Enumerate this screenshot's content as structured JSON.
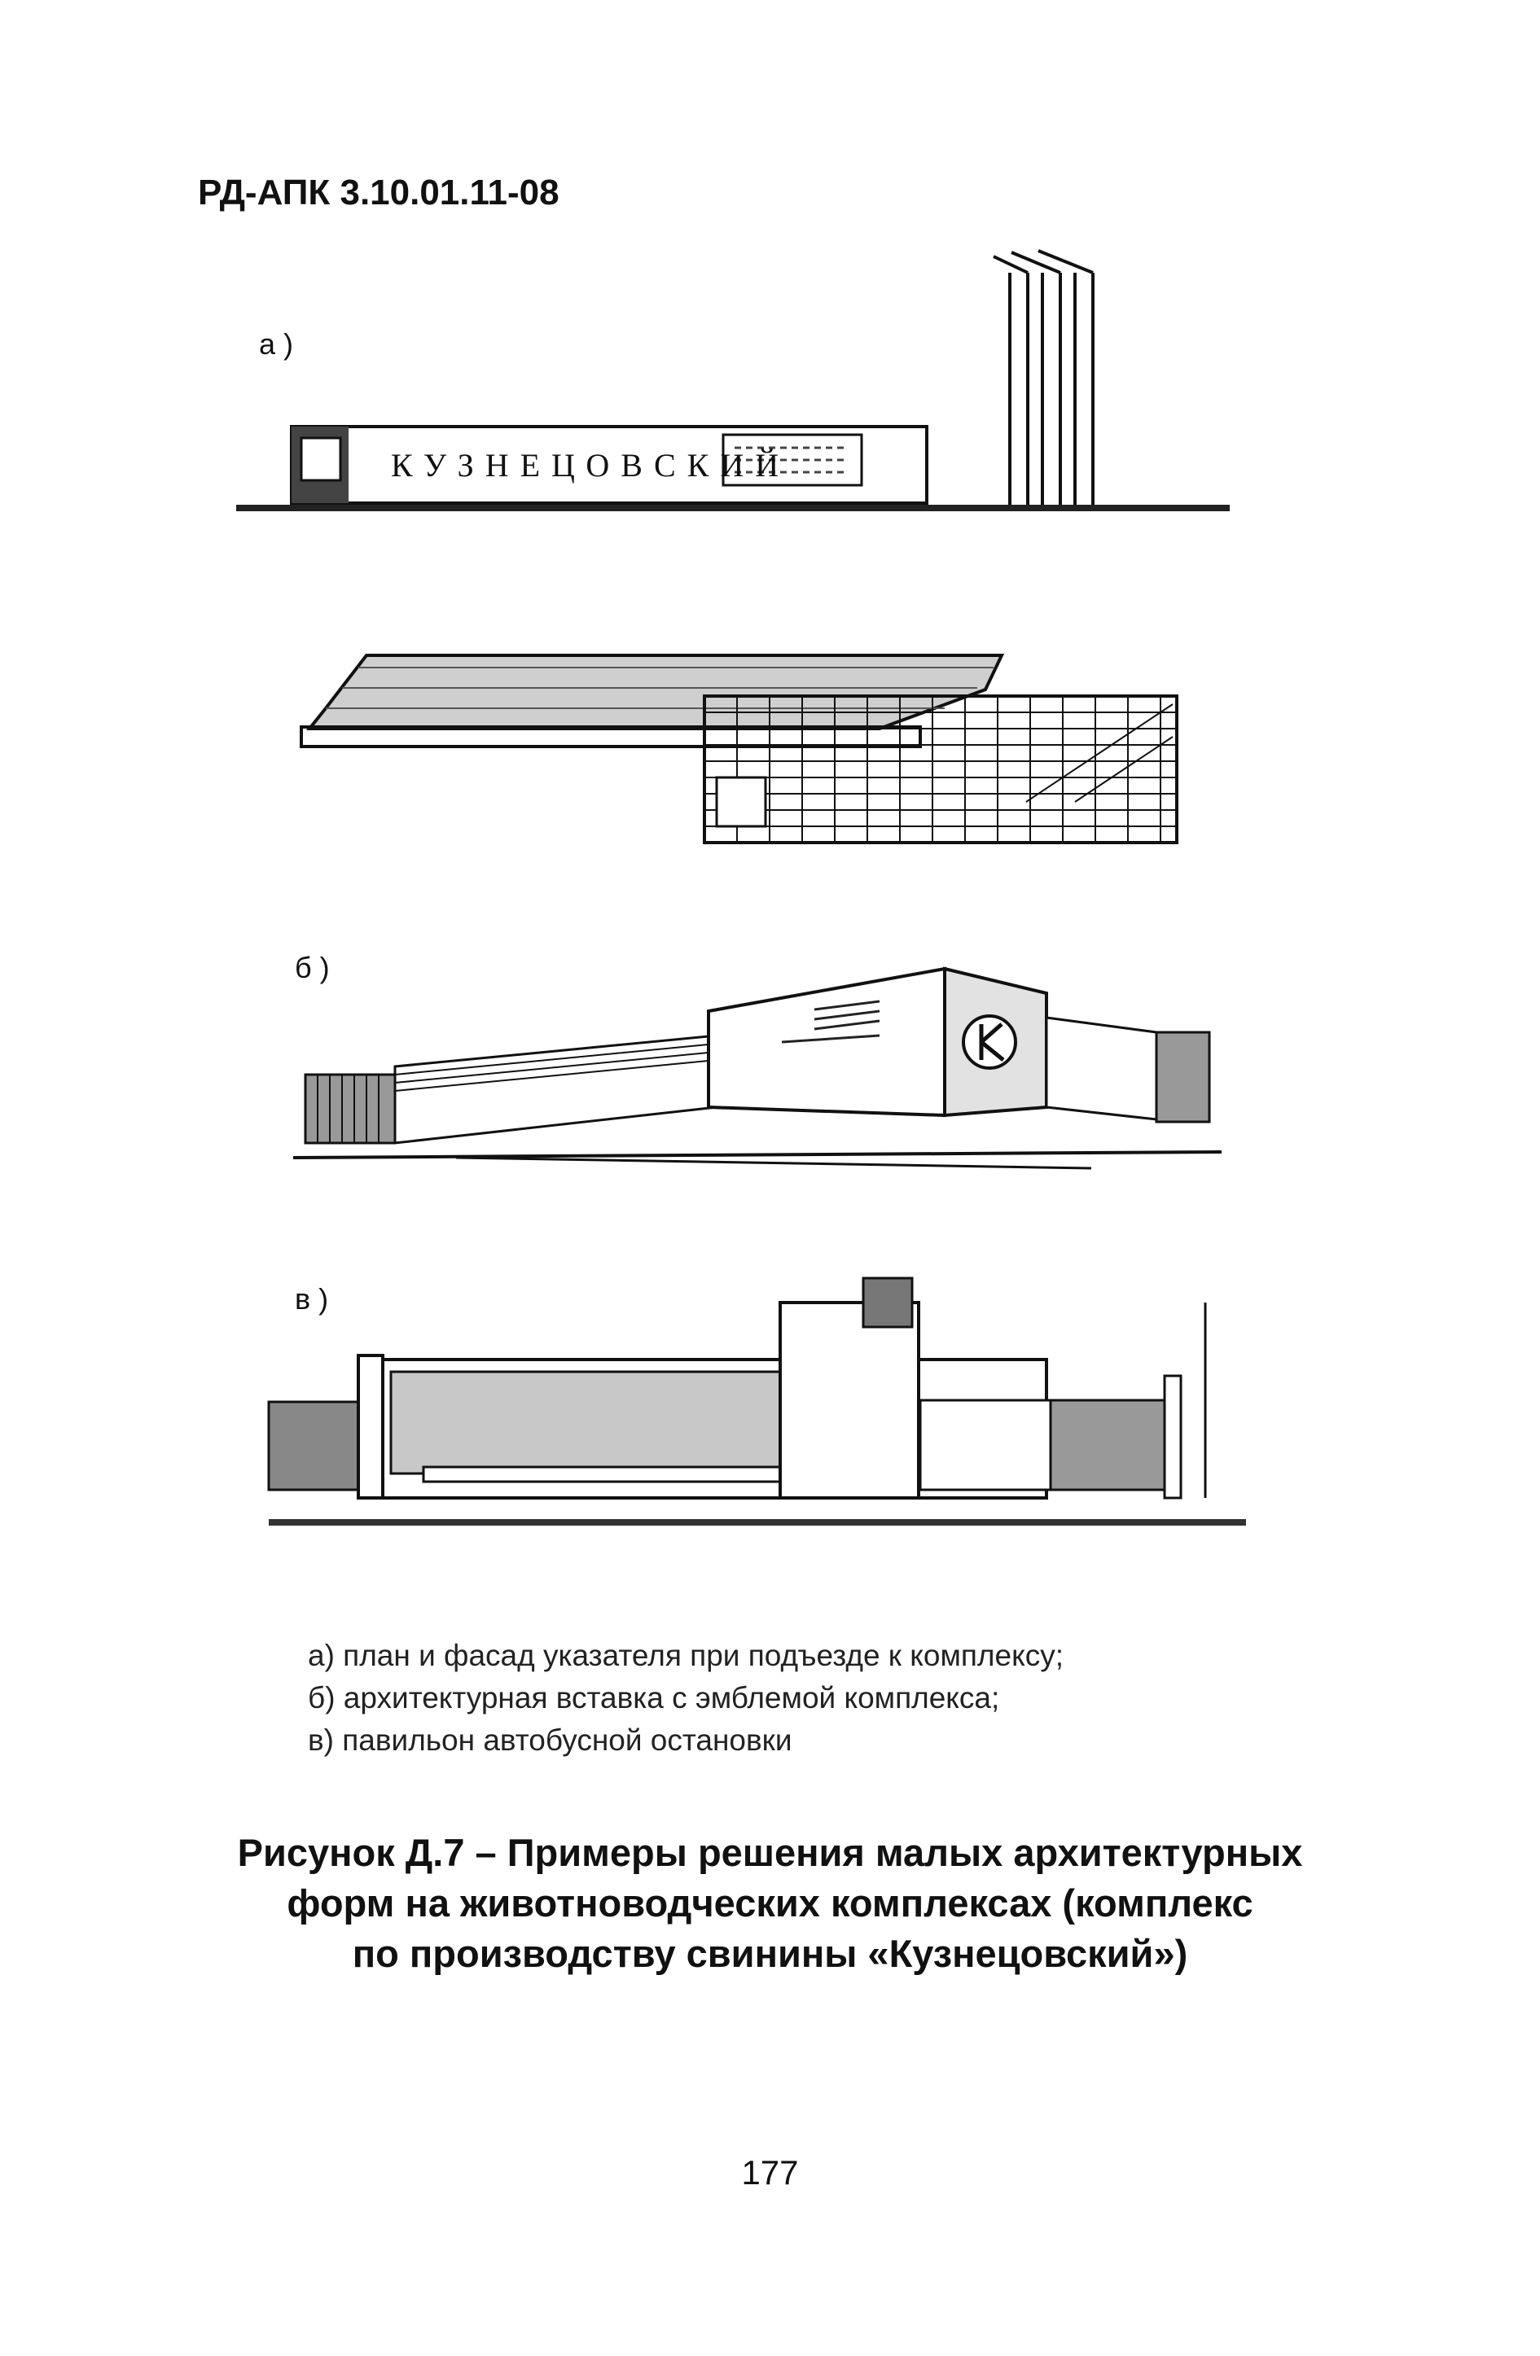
{
  "header": {
    "doc_code": "РД-АПК 3.10.01.11-08"
  },
  "figures": {
    "a": {
      "label": "а )",
      "sign_text": "КУЗНЕЦОВСКИЙ"
    },
    "b": {
      "label": "б )"
    },
    "v": {
      "label": "в )"
    }
  },
  "caption_items": [
    "а) план и фасад указателя при подъезде к комплексу;",
    "б) архитектурная вставка с эмблемой комплекса;",
    "в) павильон автобусной остановки"
  ],
  "figure_title": [
    "Рисунок Д.7 – Примеры решения малых архитектурных",
    "форм на животноводческих комплексах (комплекс",
    "по производству свинины «Кузнецовский»)"
  ],
  "page_number": "177"
}
